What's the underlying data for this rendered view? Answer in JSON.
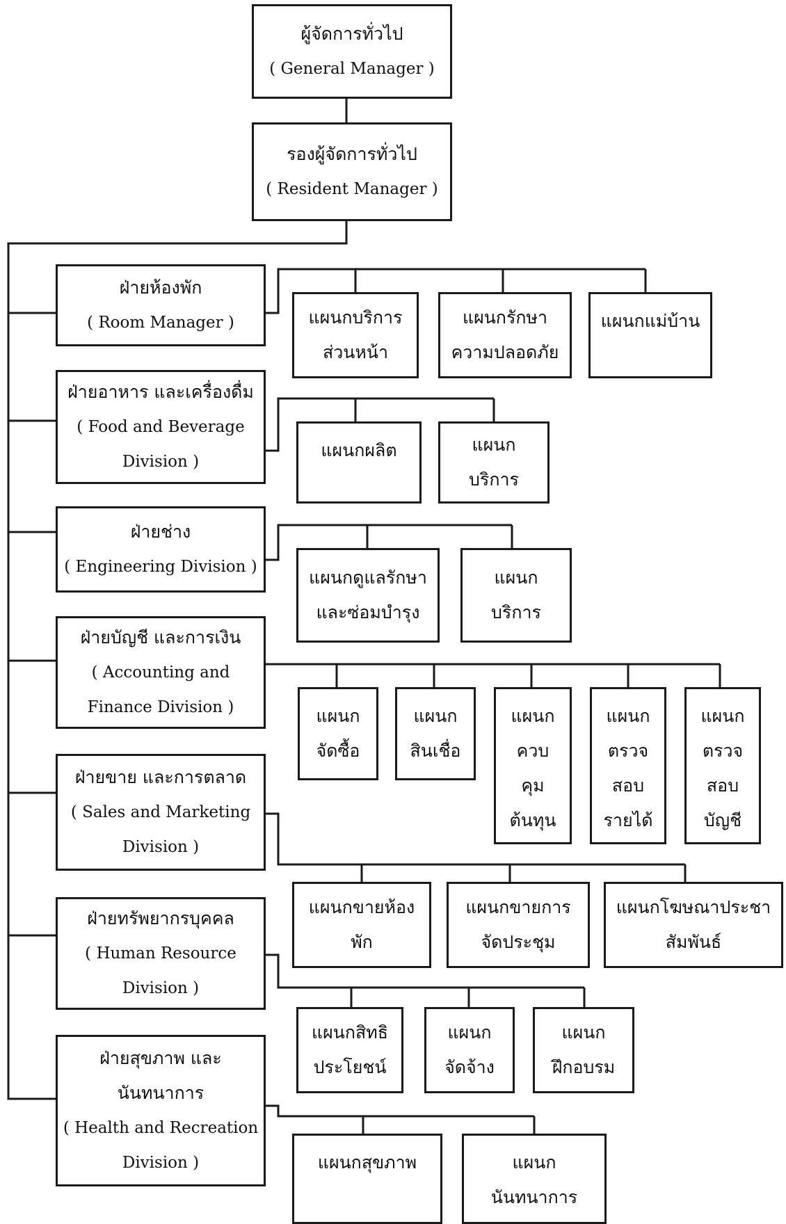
{
  "chart": {
    "gm": {
      "th": "ผู้จัดการทั่วไป",
      "en": "( General Manager )"
    },
    "rm": {
      "th": "รองผู้จัดการทั่วไป",
      "en": "( Resident Manager )"
    },
    "room": {
      "th": "ฝ่ายห้องพัก",
      "en": "( Room Manager )",
      "units": [
        [
          "แผนกบริการ",
          "ส่วนหน้า"
        ],
        [
          "แผนกรักษา",
          "ความปลอดภัย"
        ],
        [
          "แผนกแม่บ้าน"
        ]
      ]
    },
    "fb": {
      "th": "ฝ่ายอาหาร และเครื่องดื่ม",
      "en1": "( Food and Beverage",
      "en2": "Division )",
      "units": [
        [
          "แผนกผลิต"
        ],
        [
          "แผนก",
          "บริการ"
        ]
      ]
    },
    "eng": {
      "th": "ฝ่ายช่าง",
      "en": "( Engineering Division )",
      "units": [
        [
          "แผนกดูแลรักษา",
          "และซ่อมบำรุง"
        ],
        [
          "แผนก",
          "บริการ"
        ]
      ]
    },
    "acc": {
      "th": "ฝ่ายบัญชี และการเงิน",
      "en1": "( Accounting  and",
      "en2": "Finance Division )",
      "units": [
        [
          "แผนก",
          "จัดซื้อ"
        ],
        [
          "แผนก",
          "สินเชื่อ"
        ],
        [
          "แผนก",
          "ควบ",
          "คุม",
          "ต้นทุน"
        ],
        [
          "แผนก",
          "ตรวจ",
          "สอบ",
          "รายได้"
        ],
        [
          "แผนก",
          "ตรวจ",
          "สอบ",
          "บัญชี"
        ]
      ]
    },
    "sales": {
      "th": "ฝ่ายขาย และการตลาด",
      "en1": "( Sales and Marketing",
      "en2": "Division )",
      "units": [
        [
          "แผนกขายห้อง",
          "พัก"
        ],
        [
          "แผนกขายการ",
          "จัดประชุม"
        ],
        [
          "แผนกโฆษณาประชา",
          "สัมพันธ์"
        ]
      ]
    },
    "hr": {
      "th": "ฝ่ายทรัพยากรบุคคล",
      "en1": "( Human Resource",
      "en2": "Division )",
      "units": [
        [
          "แผนกสิทธิ",
          "ประโยชน์"
        ],
        [
          "แผนก",
          "จัดจ้าง"
        ],
        [
          "แผนก",
          "ฝึกอบรม"
        ]
      ]
    },
    "health": {
      "th1": "ฝ่ายสุขภาพ และ",
      "th2": "นันทนาการ",
      "en1": "( Health and Recreation",
      "en2": "Division )",
      "units": [
        [
          "แผนกสุขภาพ"
        ],
        [
          "แผนก",
          "นันทนาการ"
        ]
      ]
    }
  }
}
